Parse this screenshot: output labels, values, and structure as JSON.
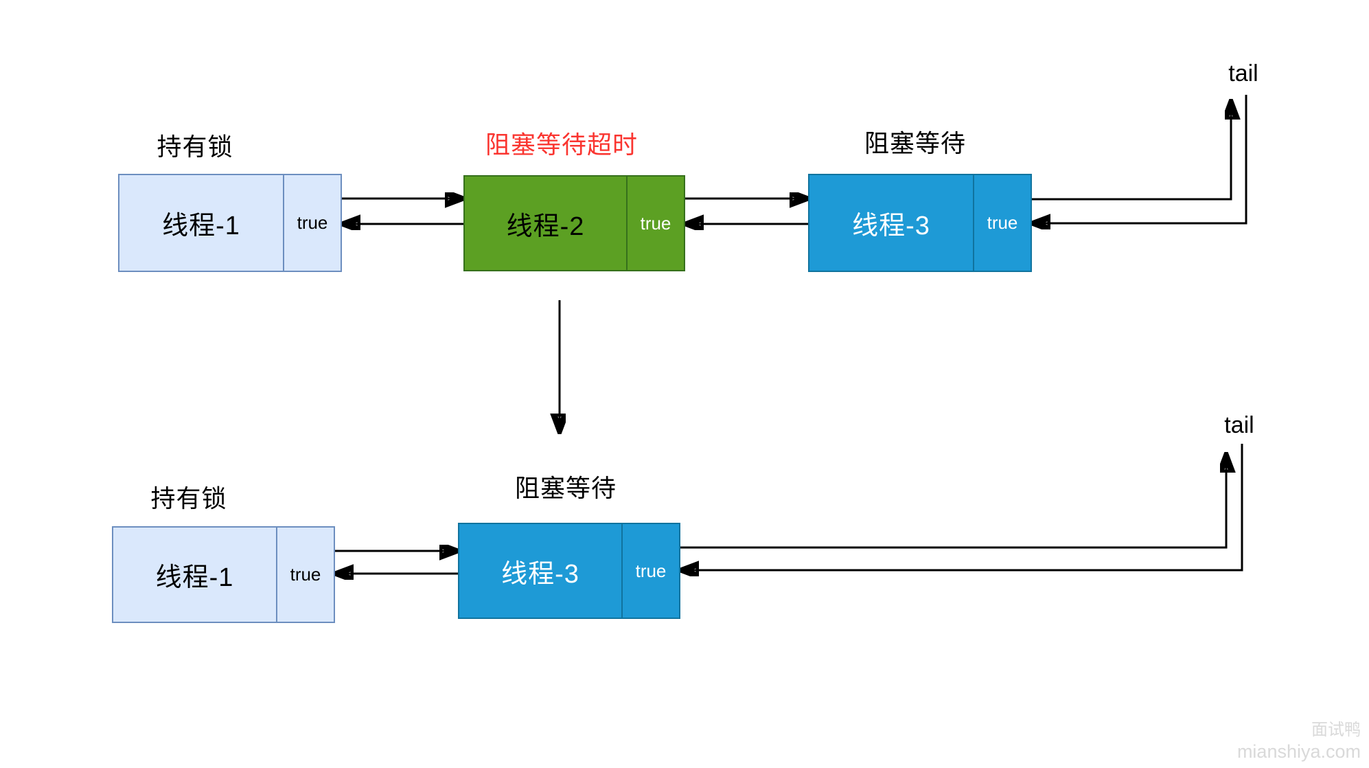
{
  "top": {
    "nodes": [
      {
        "label_above": "持有锁",
        "title": "线程-1",
        "flag": "true",
        "status_color": "#dae8fc"
      },
      {
        "label_above": "阻塞等待超时",
        "title": "线程-2",
        "flag": "true",
        "status_color": "#5ca023"
      },
      {
        "label_above": "阻塞等待",
        "title": "线程-3",
        "flag": "true",
        "status_color": "#1e9ad6"
      }
    ],
    "tail_label": "tail"
  },
  "bottom": {
    "nodes": [
      {
        "label_above": "持有锁",
        "title": "线程-1",
        "flag": "true",
        "status_color": "#dae8fc"
      },
      {
        "label_above": "阻塞等待",
        "title": "线程-3",
        "flag": "true",
        "status_color": "#1e9ad6"
      }
    ],
    "tail_label": "tail"
  },
  "watermark": {
    "brand": "面试鸭",
    "site": "mianshiya.com"
  },
  "colors": {
    "holding_node_fill": "#dae8fc",
    "holding_node_border": "#6c8ebf",
    "timeout_node_fill": "#5ca023",
    "timeout_node_border": "#36701c",
    "waiting_node_fill": "#1e9ad6",
    "waiting_node_border": "#10739e",
    "timeout_label_red": "#fa3530",
    "arrow_black": "#000000",
    "watermark_gray": "#d9d9d9"
  }
}
